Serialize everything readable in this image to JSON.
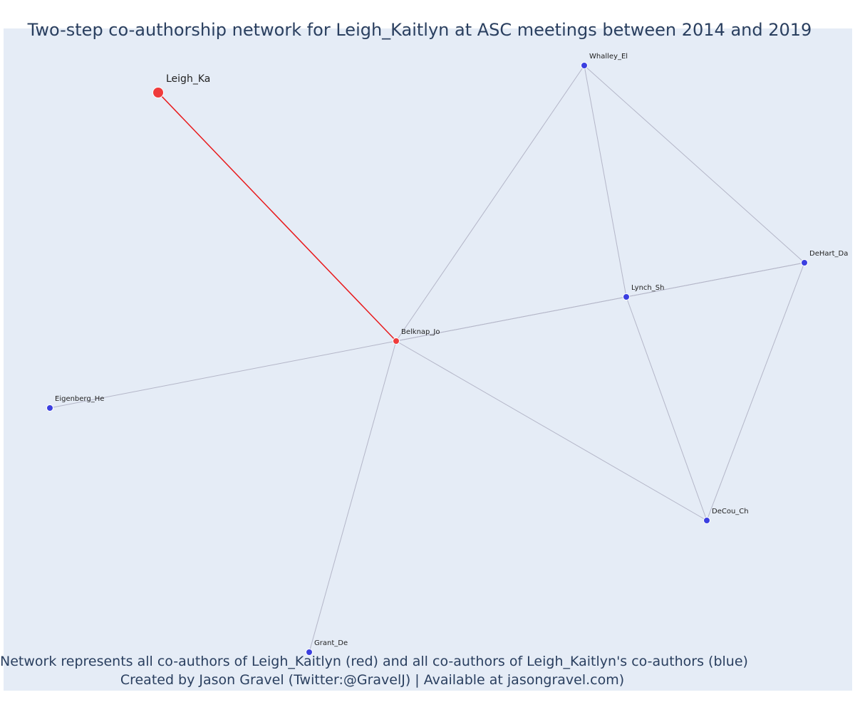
{
  "title": "Two-step co-authorship network for Leigh_Kaitlyn at ASC meetings between 2014 and 2019",
  "caption": {
    "line1": "Network represents all co-authors of Leigh_Kaitlyn (red) and all co-authors of Leigh_Kaitlyn's co-authors (blue)",
    "line2": "Created by Jason Gravel (Twitter:@GravelJ) | Available at jasongravel.com)"
  },
  "colors": {
    "background": "#e5ecf6",
    "focal_node": "#ef3b3b",
    "coauthor_node": "#3b3fe0",
    "focal_edge": "#e8191b",
    "edge": "#b4b6c8",
    "text": "#2a3f5f"
  },
  "nodes": [
    {
      "id": "Leigh_Ka",
      "label": "Leigh_Ka",
      "group": "focal",
      "size": "large"
    },
    {
      "id": "Belknap_Jo",
      "label": "Belknap_Jo",
      "group": "focal",
      "size": "small"
    },
    {
      "id": "Whalley_El",
      "label": "Whalley_El",
      "group": "coauthor",
      "size": "small"
    },
    {
      "id": "DeHart_Da",
      "label": "DeHart_Da",
      "group": "coauthor",
      "size": "small"
    },
    {
      "id": "Lynch_Sh",
      "label": "Lynch_Sh",
      "group": "coauthor",
      "size": "small"
    },
    {
      "id": "Eigenberg_He",
      "label": "Eigenberg_He",
      "group": "coauthor",
      "size": "small"
    },
    {
      "id": "DeCou_Ch",
      "label": "DeCou_Ch",
      "group": "coauthor",
      "size": "small"
    },
    {
      "id": "Grant_De",
      "label": "Grant_De",
      "group": "coauthor",
      "size": "small"
    }
  ],
  "edges": [
    {
      "source": "Leigh_Ka",
      "target": "Belknap_Jo",
      "kind": "focal"
    },
    {
      "source": "Belknap_Jo",
      "target": "Whalley_El",
      "kind": "other"
    },
    {
      "source": "Belknap_Jo",
      "target": "Lynch_Sh",
      "kind": "other"
    },
    {
      "source": "Belknap_Jo",
      "target": "DeHart_Da",
      "kind": "other"
    },
    {
      "source": "Belknap_Jo",
      "target": "Eigenberg_He",
      "kind": "other"
    },
    {
      "source": "Belknap_Jo",
      "target": "Grant_De",
      "kind": "other"
    },
    {
      "source": "Belknap_Jo",
      "target": "DeCou_Ch",
      "kind": "other"
    },
    {
      "source": "Whalley_El",
      "target": "Lynch_Sh",
      "kind": "other"
    },
    {
      "source": "Whalley_El",
      "target": "DeHart_Da",
      "kind": "other"
    },
    {
      "source": "Lynch_Sh",
      "target": "DeHart_Da",
      "kind": "other"
    },
    {
      "source": "Lynch_Sh",
      "target": "DeCou_Ch",
      "kind": "other"
    },
    {
      "source": "DeHart_Da",
      "target": "DeCou_Ch",
      "kind": "other"
    }
  ]
}
